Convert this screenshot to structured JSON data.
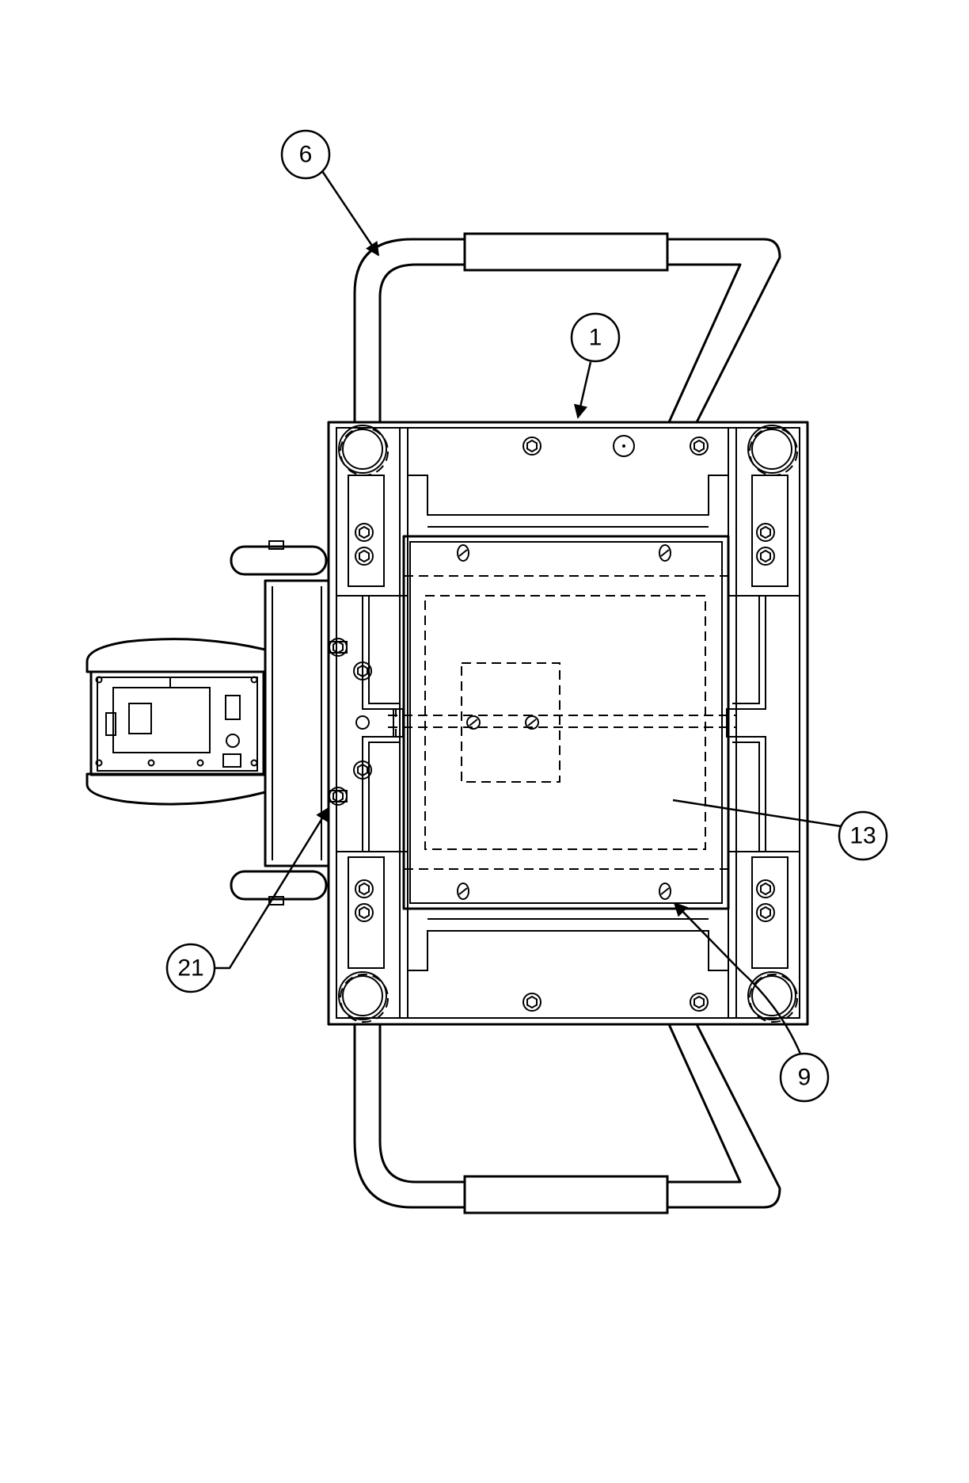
{
  "callouts": {
    "c6": "6",
    "c1": "1",
    "c13": "13",
    "c21": "21",
    "c9": "9"
  }
}
